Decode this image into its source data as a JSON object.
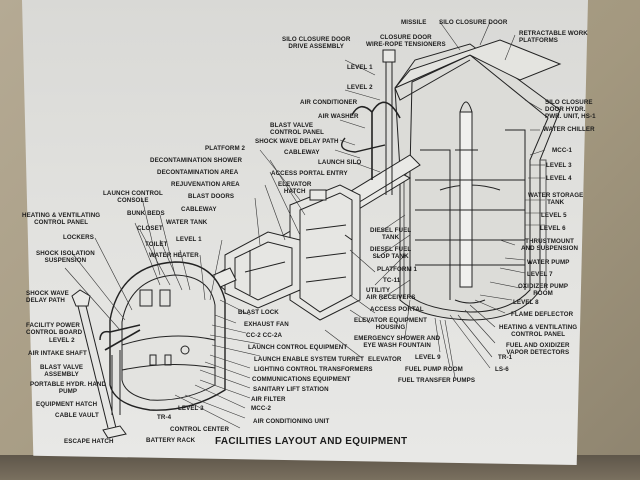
{
  "title": "FACILITIES LAYOUT AND EQUIPMENT",
  "labels": {
    "missile": "MISSILE",
    "silo_closure_door": "SILO CLOSURE DOOR",
    "retractable_work_platforms": "RETRACTABLE WORK\nPLATFORMS",
    "silo_closure_door_drive_assembly": "SILO CLOSURE DOOR\nDRIVE ASSEMBLY",
    "closure_door_wire_rope_tensioners": "CLOSURE DOOR\nWIRE-ROPE TENSIONERS",
    "level_1_top": "LEVEL 1",
    "level_2_top": "LEVEL 2",
    "air_conditioner": "AIR CONDITIONER",
    "air_washer": "AIR WASHER",
    "blast_valve_control_panel": "BLAST VALVE\nCONTROL PANEL",
    "shock_wave_delay_path_top": "SHOCK WAVE DELAY PATH",
    "cableway_top": "CABLEWAY",
    "launch_silo": "LAUNCH SILO",
    "access_portal_entry": "ACCESS PORTAL ENTRY",
    "elevator_hatch": "ELEVATOR\nHATCH",
    "platform_2": "PLATFORM 2",
    "decontamination_shower": "DECONTAMINATION SHOWER",
    "decontamination_area": "DECONTAMINATION AREA",
    "rejuvenation_area": "REJUVENATION AREA",
    "blast_doors": "BLAST DOORS",
    "cableway_mid": "CABLEWAY",
    "water_tank": "WATER TANK",
    "level_1_mid": "LEVEL 1",
    "water_heater": "WATER HEATER",
    "launch_control_console": "LAUNCH CONTROL\nCONSOLE",
    "bunk_beds": "BUNK BEDS",
    "closet": "CLOSET",
    "toilet": "TOILET",
    "heating_ventilating_control_panel_left": "HEATING & VENTILATING\nCONTROL PANEL",
    "lockers": "LOCKERS",
    "shock_isolation_suspension": "SHOCK ISOLATION\nSUSPENSION",
    "shock_wave_delay_path_left": "SHOCK WAVE\nDELAY PATH",
    "facility_power_control_board": "FACILITY POWER\nCONTROL BOARD",
    "level_2_left": "LEVEL 2",
    "air_intake_shaft": "AIR INTAKE SHAFT",
    "blast_valve_assembly": "BLAST VALVE\nASSEMBLY",
    "portable_hydr_hand_pump": "PORTABLE HYDR. HAND\nPUMP",
    "equipment_hatch": "EQUIPMENT HATCH",
    "cable_vault": "CABLE VAULT",
    "escape_hatch": "ESCAPE HATCH",
    "battery_rack": "BATTERY RACK",
    "tr_4": "TR-4",
    "level_3_left": "LEVEL 3",
    "control_center": "CONTROL CENTER",
    "blast_lock": "BLAST LOCK",
    "exhaust_fan": "EXHAUST FAN",
    "cc_2": "CC-2  CC-2A",
    "launch_control_equipment": "LAUNCH CONTROL EQUIPMENT",
    "launch_enable_system_turret": "LAUNCH ENABLE SYSTEM TURRET",
    "lighting_control_transformers": "LIGHTING CONTROL TRANSFORMERS",
    "communications_equipment": "COMMUNICATIONS EQUIPMENT",
    "sanitary_lift_station": "SANITARY LIFT STATION",
    "air_filter": "AIR FILTER",
    "mcc_2": "MCC-2",
    "air_conditioning_unit": "AIR CONDITIONING UNIT",
    "diesel_fuel_tank": "DIESEL FUEL\nTANK",
    "diesel_fuel_slop_tank": "DIESEL FUEL\nSLOP TANK",
    "platform_1": "PLATFORM 1",
    "tc_11": "TC-11",
    "utility_air_receivers": "UTILITY\nAIR RECEIVERS",
    "access_portal": "ACCESS PORTAL",
    "elevator_equipment_housing": "ELEVATOR EQUIPMENT\nHOUSING",
    "emergency_shower": "EMERGENCY SHOWER AND\nEYE WASH FOUNTAIN",
    "elevator": "ELEVATOR",
    "level_9": "LEVEL 9",
    "fuel_pump_room": "FUEL PUMP ROOM",
    "fuel_transfer_pumps": "FUEL TRANSFER PUMPS",
    "silo_closure_door_hydr": "SILO CLOSURE\nDOOR HYDR.\nPWR. UNIT, HS-1",
    "water_chiller": "WATER CHILLER",
    "mcc_1": "MCC-1",
    "level_3_right": "LEVEL 3",
    "level_4": "LEVEL 4",
    "water_storage_tank": "WATER STORAGE\nTANK",
    "level_5": "LEVEL 5",
    "level_6": "LEVEL 6",
    "thrustmount": "THRUSTMOUNT\nAND SUSPENSION",
    "water_pump": "WATER PUMP",
    "level_7": "LEVEL 7",
    "oxidizer_pump_room": "OXIDIZER PUMP\nROOM",
    "level_8": "LEVEL 8",
    "flame_deflector": "FLAME DEFLECTOR",
    "heating_ventilating_control_panel_right": "HEATING & VENTILATING\nCONTROL PANEL",
    "fuel_oxidizer_vapor_detectors": "FUEL AND OXIDIZER\nVAPOR DETECTORS",
    "tr_1": "TR-1",
    "ls_6": "LS-6"
  }
}
